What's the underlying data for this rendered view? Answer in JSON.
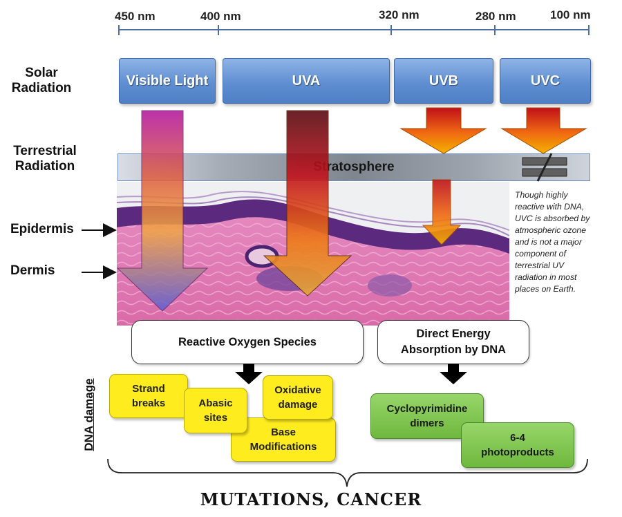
{
  "wavelengths": [
    "450 nm",
    "400 nm",
    "320 nm",
    "280 nm",
    "100 nm"
  ],
  "side_labels": {
    "solar": [
      "Solar",
      "Radiation"
    ],
    "terrestrial": [
      "Terrestrial",
      "Radiation"
    ],
    "epidermis": "Epidermis",
    "dermis": "Dermis"
  },
  "bands": [
    "Visible Light",
    "UVA",
    "UVB",
    "UVC"
  ],
  "stratosphere": "Stratosphere",
  "uvc_note": "Though highly reactive with DNA, UVC is absorbed by atmospheric ozone and is not a major component of terrestrial UV radiation in most places on Earth.",
  "pathways": {
    "ros": "Reactive Oxygen Species",
    "direct": [
      "Direct Energy",
      "Absorption by DNA"
    ]
  },
  "dna_damage_label": "DNA damage",
  "ros_damage": [
    [
      "Strand",
      "breaks"
    ],
    [
      "Abasic",
      "sites"
    ],
    [
      "Oxidative",
      "damage"
    ],
    [
      "Base",
      "Modifications"
    ]
  ],
  "direct_damage": [
    [
      "Cyclopyrimidine",
      "dimers"
    ],
    [
      "6-4",
      "photoproducts"
    ]
  ],
  "outcome": "MUTATIONS, CANCER",
  "colors": {
    "band_blue": "#5f8fd2",
    "yellow_box": "#ffec1f",
    "green_box": "#7cc44a",
    "arrow_top_red": "#c0101a",
    "arrow_bottom_orange": "#f2a200"
  },
  "icons": [
    "arrow-down-icon",
    "ozone-block-icon"
  ]
}
